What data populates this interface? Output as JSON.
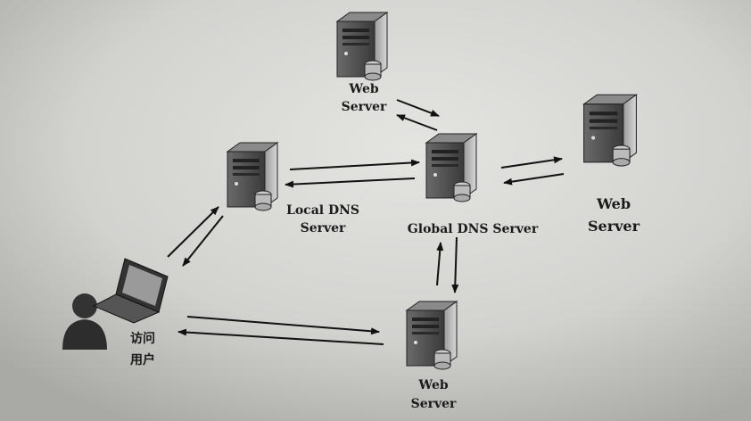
{
  "nodes": {
    "web_top": {
      "line1": "Web",
      "line2": "Server"
    },
    "local_dns": {
      "line1": "Local DNS",
      "line2": "Server"
    },
    "global_dns": {
      "line1": "Global DNS Server"
    },
    "web_right": {
      "line1": "Web",
      "line2": "Server"
    },
    "web_bottom": {
      "line1": "Web",
      "line2": "Server"
    },
    "user": {
      "line1": "访问",
      "line2": "用户"
    }
  }
}
